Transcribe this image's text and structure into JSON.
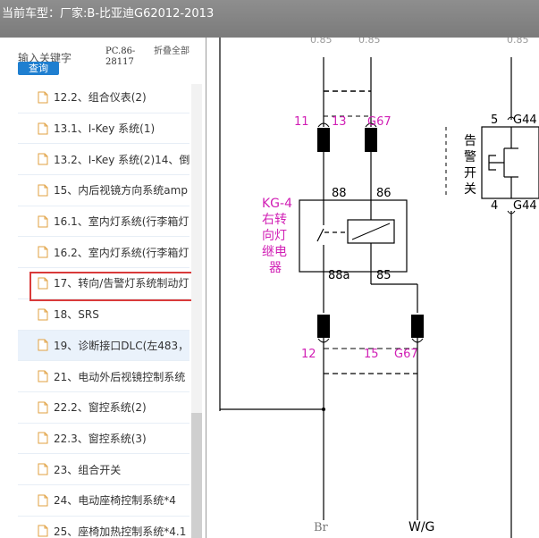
{
  "header": {
    "vehicle_label": "当前车型：",
    "vehicle_value": "厂家:B-比亚迪G62012-2013"
  },
  "sidebar": {
    "search_label": "输入关键字",
    "search_button": "查询",
    "code": "PC.86-28117",
    "collapse_all": "折叠全部",
    "items": [
      {
        "label": "12.2、组合仪表(2)"
      },
      {
        "label": "13.1、I-Key 系统(1)"
      },
      {
        "label": "13.2、I-Key 系统(2)14、倒"
      },
      {
        "label": "15、内后视镜方向系统amp"
      },
      {
        "label": "16.1、室内灯系统(行李箱灯"
      },
      {
        "label": "16.2、室内灯系统(行李箱灯"
      },
      {
        "label": "17、转向/告警灯系统制动灯"
      },
      {
        "label": "18、SRS"
      },
      {
        "label": "19、诊断接口DLC(左483，"
      },
      {
        "label": "21、电动外后视镜控制系统"
      },
      {
        "label": "22.2、窗控系统(2)"
      },
      {
        "label": "22.3、窗控系统(3)"
      },
      {
        "label": "23、组合开关"
      },
      {
        "label": "24、电动座椅控制系统*4"
      },
      {
        "label": "25、座椅加热控制系统*4.1"
      }
    ]
  },
  "diagram": {
    "top_labels": [
      "0.85",
      "0.85",
      "0.85"
    ],
    "pin_11": "11",
    "pin_13": "13",
    "pin_g67_top": "G67",
    "pin_5": "5",
    "pin_g44_top": "G44",
    "relay_title": [
      "KG-4",
      "右转",
      "向灯",
      "继电",
      "器"
    ],
    "relay_pin_88": "88",
    "relay_pin_86": "86",
    "relay_pin_88a": "88a",
    "relay_pin_85": "85",
    "switch_title": [
      "告",
      "警",
      "开",
      "关"
    ],
    "pin_4": "4",
    "pin_g44_bottom": "G44",
    "pin_12": "12",
    "pin_15": "15",
    "pin_g67_bottom": "G67",
    "wire_br": "Br",
    "wire_wg": "W/G",
    "colors": {
      "magenta": "#d11fb5",
      "black": "#000000"
    }
  }
}
